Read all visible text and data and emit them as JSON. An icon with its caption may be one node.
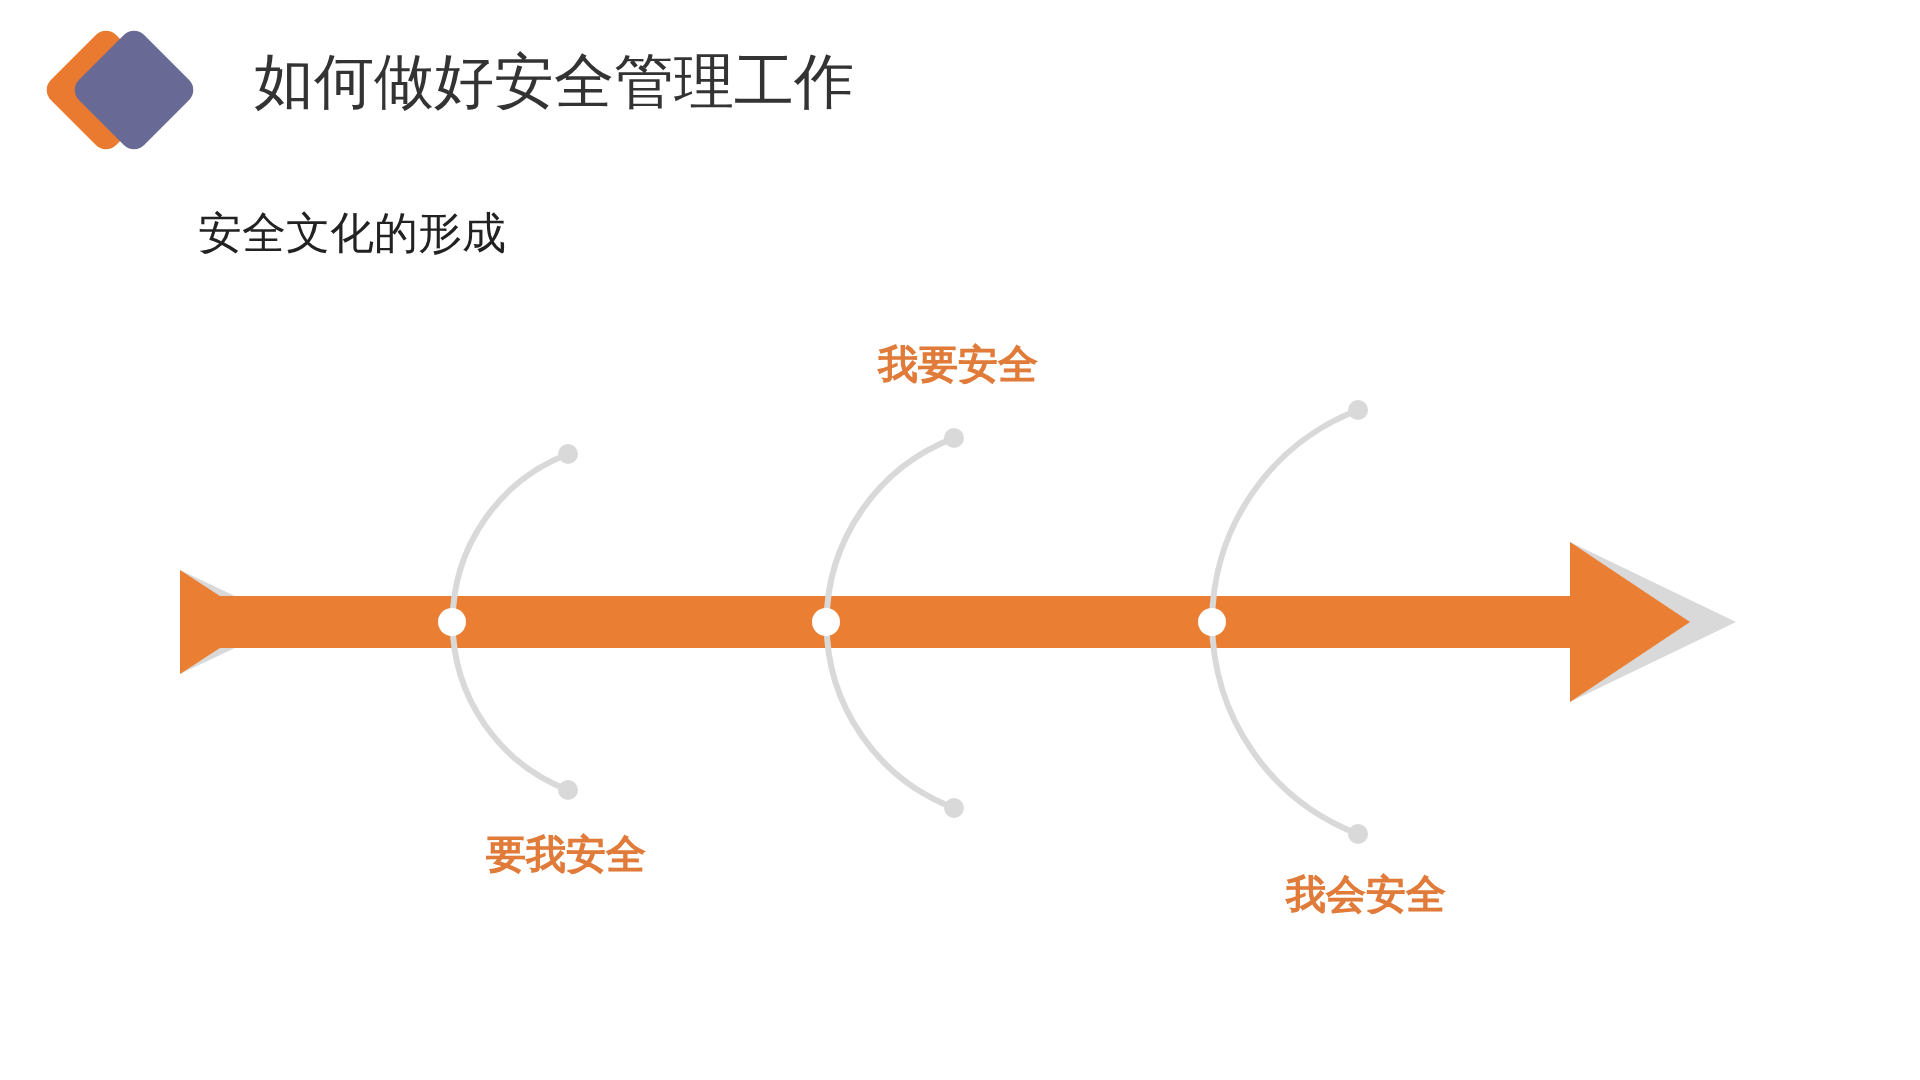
{
  "diagram": {
    "title": "如何做好安全管理工作",
    "labels": [
      "安全文化的形成",
      "我要安全",
      "要我安全",
      "我会安全"
    ]
  }
}
